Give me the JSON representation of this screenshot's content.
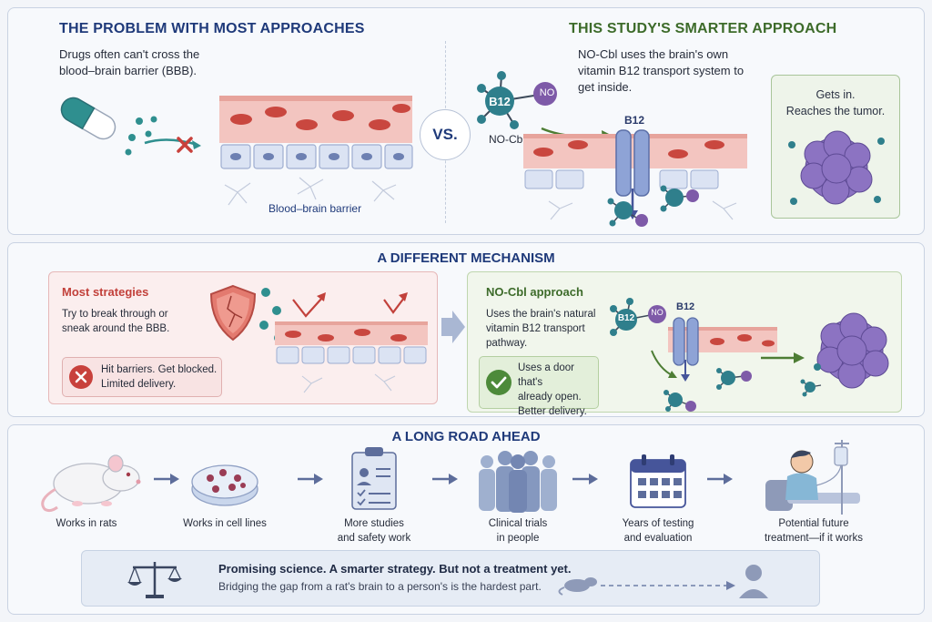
{
  "problem": {
    "title": "THE PROBLEM WITH MOST APPROACHES",
    "text": "Drugs often can't cross the blood–brain barrier (BBB).",
    "bbb_label": "Blood–brain barrier"
  },
  "vs_label": "VS.",
  "smarter": {
    "title": "THIS STUDY'S SMARTER APPROACH",
    "text": "NO-Cbl uses the brain's own vitamin B12 transport system to get inside.",
    "molecule_label": "NO-Cbl",
    "transporter_label": "B12",
    "tumor_box_line1": "Gets in.",
    "tumor_box_line2": "Reaches the tumor."
  },
  "mechanism": {
    "title": "A DIFFERENT MECHANISM",
    "most": {
      "title": "Most strategies",
      "text": "Try to break through or sneak around the BBB.",
      "result_line1": "Hit barriers. Get blocked.",
      "result_line2": "Limited delivery."
    },
    "nocbl": {
      "title": "NO-Cbl approach",
      "text": "Uses the brain's natural vitamin B12 transport pathway.",
      "transporter_label": "B12",
      "result_line1": "Uses a door that's",
      "result_line2": "already open.",
      "result_line3": "Better delivery."
    }
  },
  "road": {
    "title": "A LONG ROAD AHEAD",
    "steps": [
      {
        "line1": "Works in rats",
        "line2": ""
      },
      {
        "line1": "Works in cell lines",
        "line2": ""
      },
      {
        "line1": "More studies",
        "line2": "and safety work"
      },
      {
        "line1": "Clinical trials",
        "line2": "in people"
      },
      {
        "line1": "Years of testing",
        "line2": "and evaluation"
      },
      {
        "line1": "Potential future",
        "line2": "treatment—if it works"
      }
    ],
    "summary_line1": "Promising science. A smarter strategy. But not a treatment yet.",
    "summary_line2": "Bridging the gap from a rat's brain to a person's is the hardest part."
  },
  "molecule_tags": {
    "b12": "B12",
    "no": "NO"
  },
  "colors": {
    "accent_blue": "#1f3a7a",
    "accent_green": "#3d6b2a",
    "blocked_red": "#c8413c",
    "molecule_teal": "#2f7f8c",
    "no_purple": "#7e5aa8"
  }
}
